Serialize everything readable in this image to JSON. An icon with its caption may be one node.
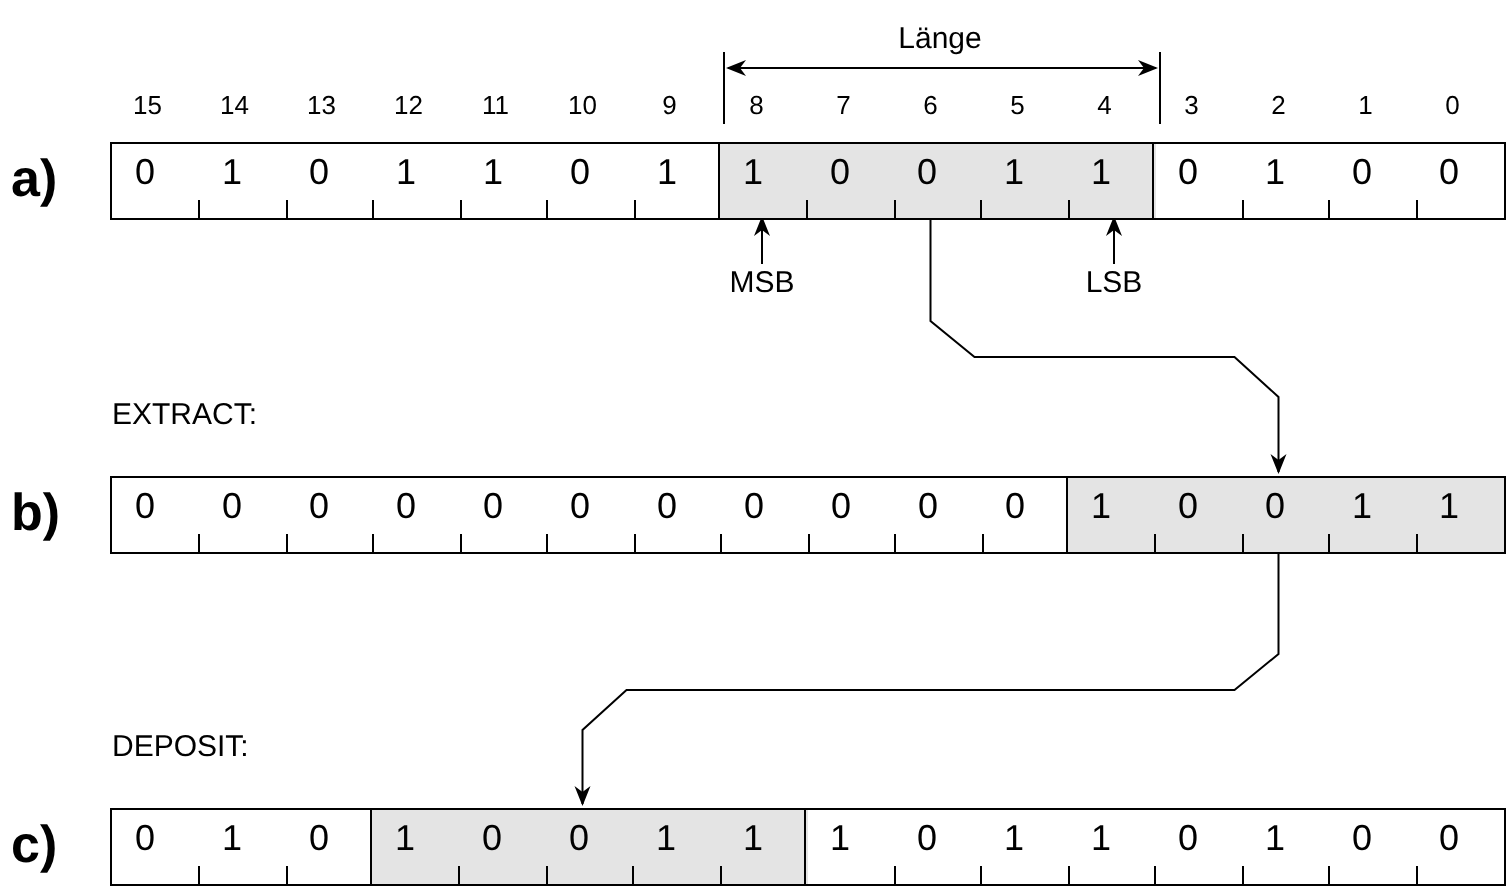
{
  "diagram": {
    "nodes": [
      {
        "text": [
          "a)"
        ]
      },
      {
        "text": [
          "0",
          "1",
          "0",
          "1",
          "1",
          "0",
          "1"
        ],
        "in": 0
      },
      {
        "text": [
          "1",
          "0",
          "0",
          "1",
          "1"
        ],
        "in": 0
      },
      {
        "text": [
          "0",
          "1",
          "0",
          "0"
        ],
        "in": 0
      },
      {
        "text": [
          "MSB"
        ]
      },
      {
        "text": [
          "LSB"
        ]
      },
      {
        "text": [
          "b)"
        ]
      },
      {
        "text": [
          "0",
          "0",
          "0",
          "0",
          "0",
          "0",
          "0",
          "0",
          "0",
          "0",
          "0"
        ],
        "in": 6
      },
      {
        "text": [
          "1",
          "0",
          "0",
          "1",
          "1"
        ],
        "in": 6
      },
      {
        "text": [
          "c)"
        ]
      },
      {
        "text": [
          "0",
          "1",
          "0"
        ],
        "in": 9
      },
      {
        "text": [
          "1",
          "0",
          "0",
          "1",
          "1"
        ],
        "in": 9
      },
      {
        "text": [
          "1",
          "0",
          "1",
          "1",
          "0",
          "1",
          "0",
          "0"
        ],
        "in": 9
      }
    ],
    "edges": [
      {
        "from": 4,
        "to": 2,
        "arrow": "to"
      },
      {
        "from": 5,
        "to": 2,
        "arrow": "to"
      },
      {
        "from": 2,
        "to": 8,
        "arrow": "to"
      },
      {
        "from": 8,
        "to": 11,
        "arrow": "to"
      }
    ],
    "labels": [
      "Länge",
      "15",
      "14",
      "13",
      "12",
      "11",
      "10",
      "9",
      "8",
      "7",
      "6",
      "5",
      "4",
      "3",
      "2",
      "1",
      "0",
      "EXTRACT:",
      "DEPOSIT:"
    ]
  }
}
